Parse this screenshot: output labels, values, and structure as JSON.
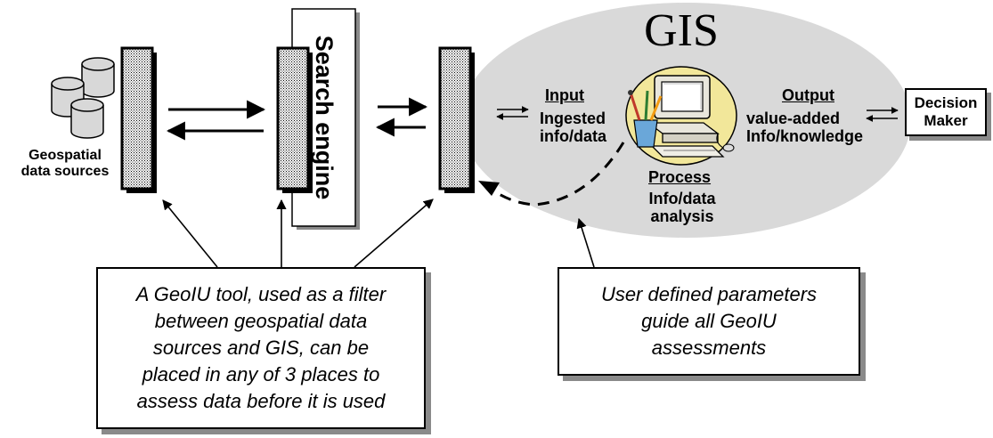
{
  "gis": {
    "title": "GIS"
  },
  "search_engine": {
    "label": "Search engine"
  },
  "sources": {
    "label_line1": "Geospatial",
    "label_line2": "data sources"
  },
  "input": {
    "heading": "Input",
    "line1": "Ingested",
    "line2": "info/data"
  },
  "output": {
    "heading": "Output",
    "line1": "value-added",
    "line2": "Info/knowledge"
  },
  "process": {
    "heading": "Process",
    "line1": "Info/data",
    "line2": "analysis"
  },
  "decision": {
    "line1": "Decision",
    "line2": "Maker"
  },
  "notes": {
    "filter": [
      "A GeoIU tool, used as a filter",
      "between geospatial data",
      "sources and GIS, can be",
      "placed in any of 3 places to",
      "assess data before it is used"
    ],
    "params": [
      "User defined parameters",
      "guide all GeoIU",
      "assessments"
    ]
  },
  "colors": {
    "ellipse": "#d9d9d9",
    "shadow": "#8a8a8a",
    "filter_pattern": "#000000"
  },
  "icons": {
    "database": "database-icon",
    "computer": "computer-icon"
  }
}
